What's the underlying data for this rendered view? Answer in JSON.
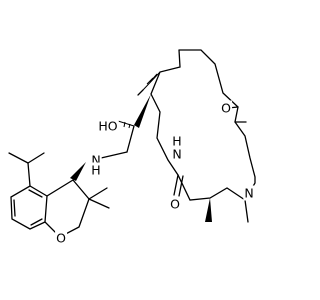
{
  "atom_labels": {
    "o_carbonyl_top": "O",
    "o_carbonyl_left": "O",
    "o_hydroxyl": "HO",
    "n_amide_nh": "N",
    "n_amide_nh_h": "H",
    "n_methyl": "N",
    "n_amine": "N",
    "n_amine_h": "H",
    "o_chromane": "O"
  },
  "colors": {
    "bond": "#000000",
    "background": "#ffffff"
  }
}
